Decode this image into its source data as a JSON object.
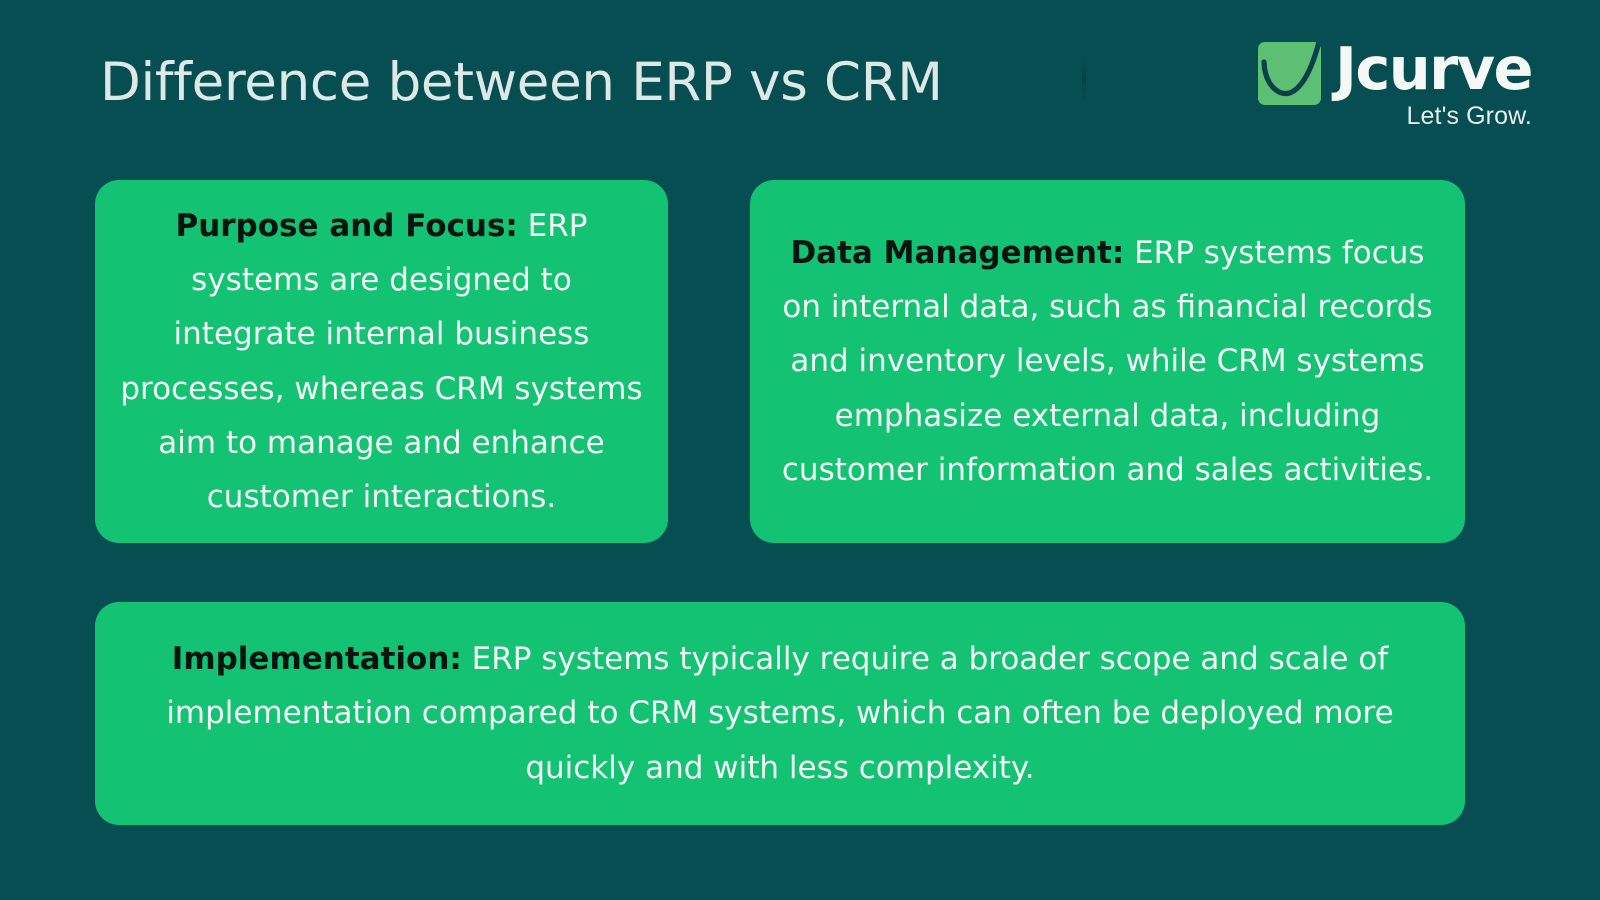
{
  "header": {
    "title": "Difference between ERP vs CRM",
    "title_color": "#DCE9E6"
  },
  "logo": {
    "mark_name": "jcurve-logo-mark",
    "wordmark_j": "J",
    "wordmark_rest": "curve",
    "wordmark": "Jcurve",
    "tagline": "Let's Grow.",
    "mark_bg_color": "#5CBF74",
    "mark_curve_color": "#0B3F4A"
  },
  "theme": {
    "background": "#064E51",
    "card_background": "#14C274",
    "card_body_text": "#F2F9F5",
    "card_lead_text": "#081410"
  },
  "cards": [
    {
      "id": "purpose-and-focus",
      "lead": "Purpose and Focus:",
      "body": " ERP systems are designed to integrate internal business processes, whereas CRM systems aim to manage and enhance customer interactions."
    },
    {
      "id": "data-management",
      "lead": "Data Management:",
      "body": " ERP systems focus on internal data, such as financial records and inventory levels, while CRM systems emphasize external data, including customer information and sales activities."
    },
    {
      "id": "implementation",
      "lead": "Implementation:",
      "body": " ERP systems typically require a broader scope and scale of implementation compared to CRM systems, which can often be deployed more quickly and with less complexity."
    }
  ]
}
